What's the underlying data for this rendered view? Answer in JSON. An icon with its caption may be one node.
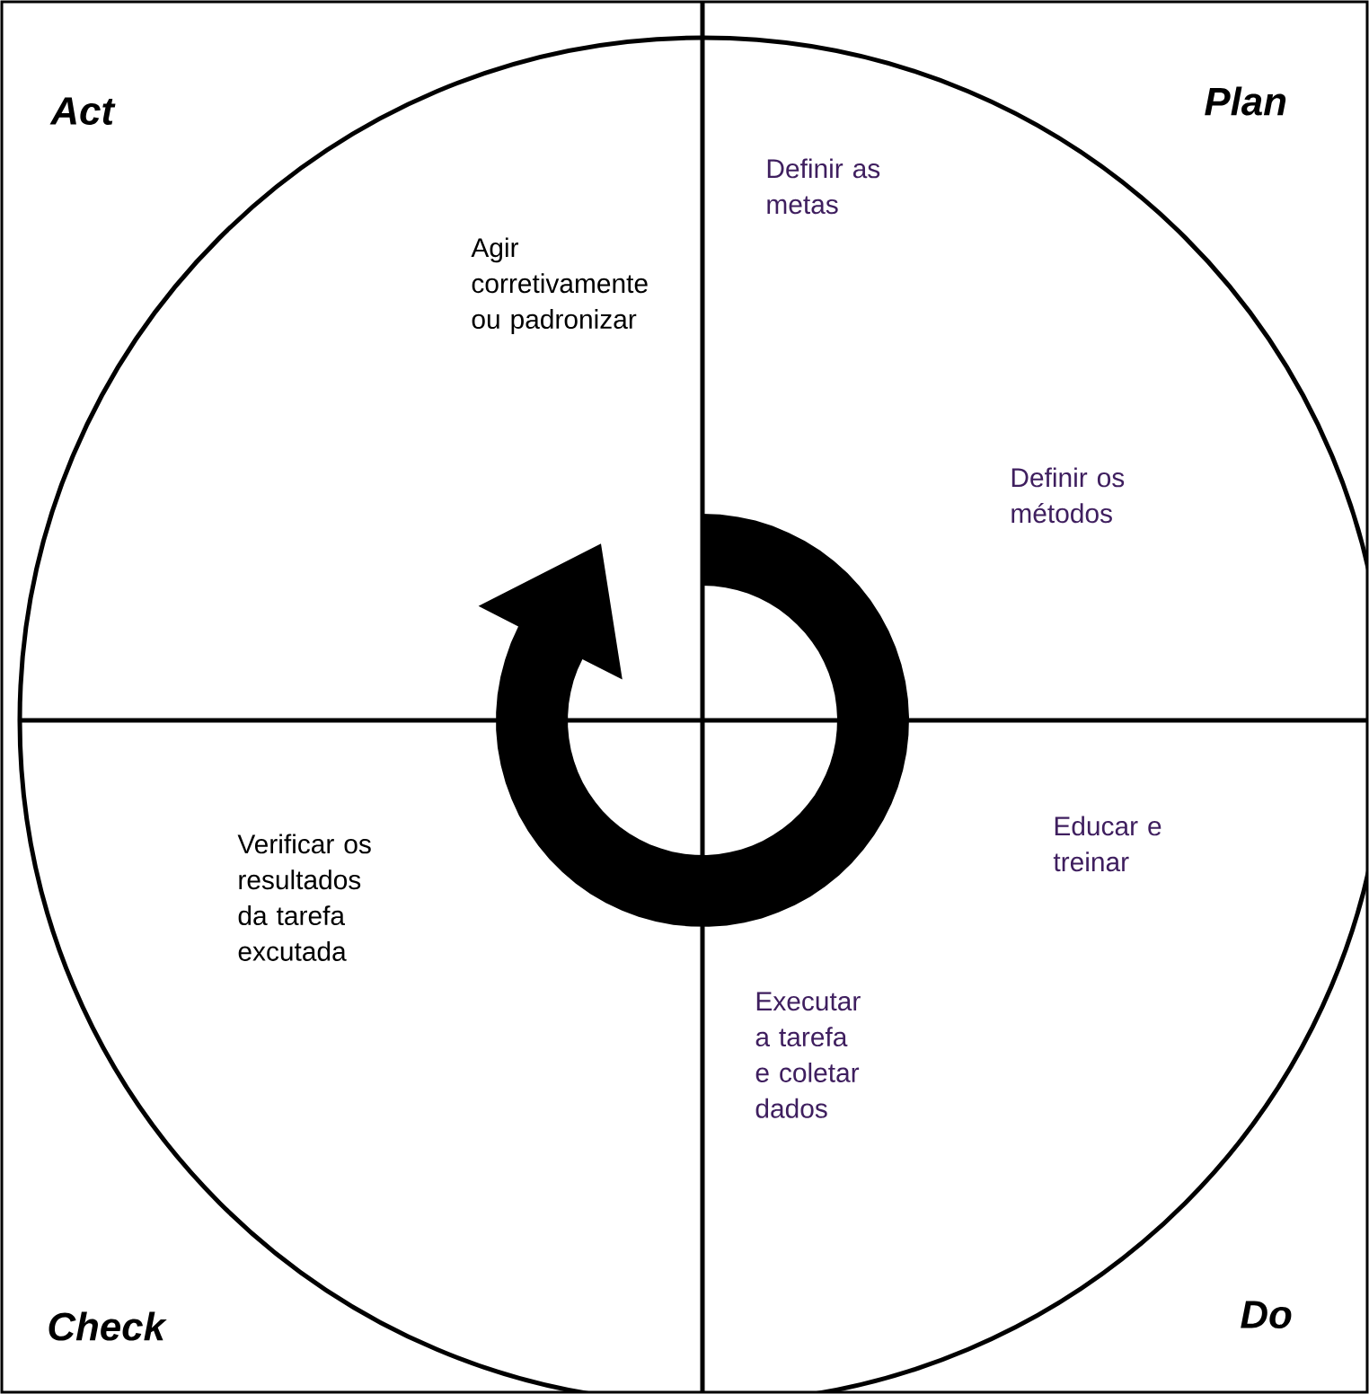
{
  "diagram": {
    "labels": [
      "Act",
      "Plan",
      "Definir as metas",
      "Agir corretivamente ou padronizar",
      "Definir os métodos",
      "Educar e treinar",
      "Verificar os resultados da tarefa excutada",
      "Executar a tarefa e coletar dados",
      "Check",
      "Do"
    ]
  }
}
